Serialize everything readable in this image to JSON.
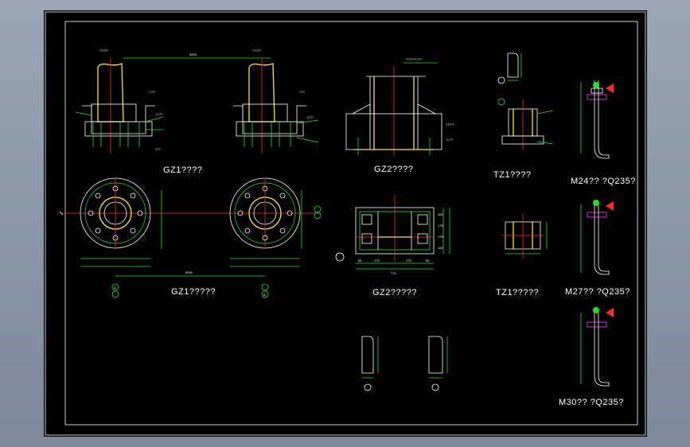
{
  "drawing": {
    "captions": {
      "gz1_elev": "GZ1????",
      "gz2_elev": "GZ2????",
      "tz1_elev": "TZ1????",
      "gz1_plan": "GZ1?????",
      "gz2_plan": "GZ2?????",
      "tz1_plan": "TZ1?????",
      "bolt_m24": "M24?? ?Q235?",
      "bolt_m27": "M27?? ?Q235?",
      "bolt_m30": "M30?? ?Q235?"
    },
    "dims": {
      "top_span": "9000",
      "plan_span": "9000",
      "gz2_width": "770",
      "gz2_cols": [
        "65",
        "275",
        "275",
        "65"
      ],
      "gz2_right": [
        "115",
        "175",
        "175",
        "115"
      ]
    },
    "axis_marks": [
      "A",
      "B"
    ],
    "colors": {
      "sheet": "#000000",
      "border": "#ffffff",
      "green": "#22e022",
      "yellow": "#ffe433",
      "red": "#ff2a2a",
      "cyan": "#25e6e6",
      "magenta": "#ff44ff"
    }
  }
}
